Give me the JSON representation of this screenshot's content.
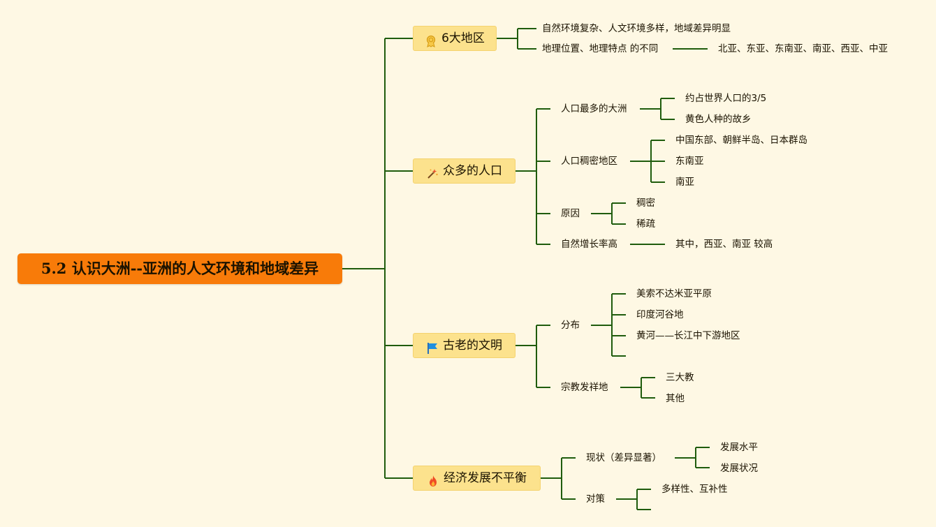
{
  "root": "5.2 认识大洲--亚洲的人文环境和地域差异",
  "colors": {
    "line": "#1f5c0d",
    "root_bg": "#f87b09",
    "node_bg": "#fce28d",
    "page_bg": "#fef8e4"
  },
  "topics": [
    {
      "label": "6大地区",
      "icon": "medal-icon",
      "children": [
        {
          "label": "自然环境复杂、人文环境多样，地域差异明显"
        },
        {
          "label": "地理位置、地理特点 的不同",
          "children": [
            "北亚、东亚、东南亚、南亚、西亚、中亚"
          ]
        }
      ]
    },
    {
      "label": "众多的人口",
      "icon": "magic-wand-icon",
      "children": [
        {
          "label": "人口最多的大洲",
          "children": [
            "约占世界人口的3/5",
            "黄色人种的故乡"
          ]
        },
        {
          "label": "人口稠密地区",
          "children": [
            "中国东部、朝鲜半岛、日本群岛",
            "东南亚",
            "南亚"
          ]
        },
        {
          "label": "原因",
          "children": [
            "稠密",
            "稀疏"
          ]
        },
        {
          "label": "自然增长率高",
          "children": [
            "其中，西亚、南亚 较高"
          ]
        }
      ]
    },
    {
      "label": "古老的文明",
      "icon": "flag-icon",
      "children": [
        {
          "label": "分布",
          "children": [
            "美索不达米亚平原",
            "印度河谷地",
            "黄河——长江中下游地区",
            ""
          ]
        },
        {
          "label": "宗教发祥地",
          "children": [
            "三大教",
            "其他"
          ]
        }
      ]
    },
    {
      "label": "经济发展不平衡",
      "icon": "fire-icon",
      "children": [
        {
          "label": "现状（差异显著）",
          "children": [
            "发展水平",
            "发展状况"
          ]
        },
        {
          "label": "对策",
          "children": [
            "多样性、互补性",
            ""
          ]
        }
      ]
    }
  ]
}
